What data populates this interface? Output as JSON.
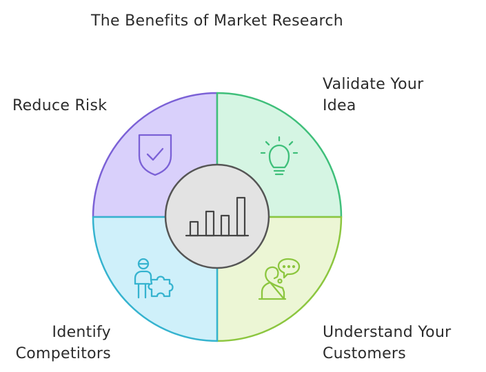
{
  "title": "The Benefits of Market Research",
  "quadrants": {
    "top_left": {
      "lines": [
        "Reduce Risk"
      ],
      "color": "#7b61d6",
      "fill": "#d9d0fb",
      "icon": "shield-check-icon"
    },
    "top_right": {
      "lines": [
        "Validate Your",
        "Idea"
      ],
      "color": "#3fbf7a",
      "fill": "#d5f5e3",
      "icon": "lightbulb-icon"
    },
    "bottom_left": {
      "lines": [
        "Identify",
        "Competitors"
      ],
      "color": "#35b3cf",
      "fill": "#cff0fa",
      "icon": "person-puzzle-icon"
    },
    "bottom_right": {
      "lines": [
        "Understand Your",
        "Customers"
      ],
      "color": "#8cc63f",
      "fill": "#ecf6d5",
      "icon": "person-speech-icon"
    }
  },
  "center": {
    "icon": "bar-chart-icon",
    "color": "#555555",
    "fill": "#e3e3e3"
  }
}
